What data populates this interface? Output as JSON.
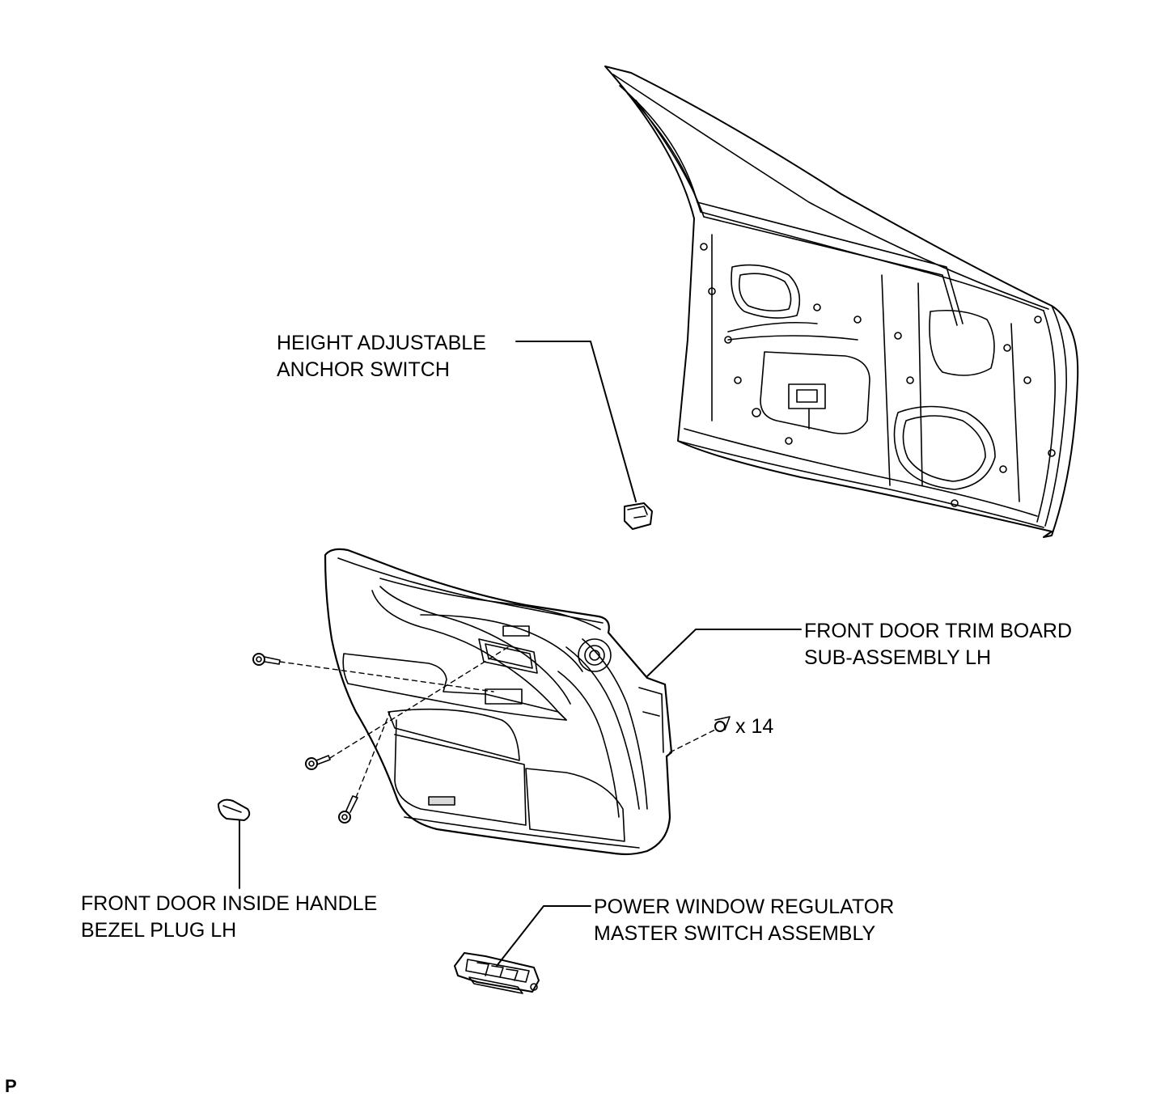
{
  "labels": {
    "anchor_switch": {
      "line1": "HEIGHT ADJUSTABLE",
      "line2": "ANCHOR SWITCH"
    },
    "trim_board": {
      "line1": "FRONT DOOR TRIM BOARD",
      "line2": "SUB-ASSEMBLY LH"
    },
    "bezel_plug": {
      "line1": "FRONT DOOR INSIDE HANDLE",
      "line2": "BEZEL PLUG LH"
    },
    "master_switch": {
      "line1": "POWER WINDOW REGULATOR",
      "line2": "MASTER SWITCH ASSEMBLY"
    },
    "clip_quantity": "x 14",
    "figure_code": "P"
  },
  "colors": {
    "line": "#000000",
    "background": "#ffffff",
    "shade": "#d9d9d9"
  }
}
